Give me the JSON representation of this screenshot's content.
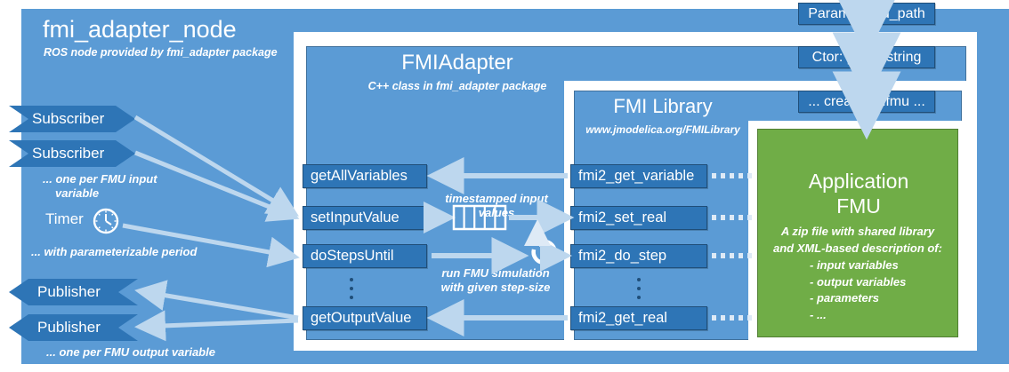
{
  "node": {
    "title": "fmi_adapter_node",
    "subtitle": "ROS node provided by fmi_adapter package"
  },
  "adapter": {
    "title": "FMIAdapter",
    "subtitle": "C++ class in fmi_adapter package"
  },
  "library": {
    "title": "FMI Library",
    "subtitle": "www.jmodelica.org/FMILibrary"
  },
  "fmu": {
    "title_line1": "Application",
    "title_line2": "FMU",
    "desc_line1": "A zip file with shared library",
    "desc_line2": "and XML-based description of:",
    "items": [
      "- input variables",
      "- output variables",
      "- parameters",
      "- ..."
    ]
  },
  "left": {
    "subscriber1": "Subscriber",
    "subscriber2": "Subscriber",
    "subscriber_note_line1": "... one per FMU input",
    "subscriber_note_line2": "variable",
    "timer_label": "Timer",
    "timer_note": "... with parameterizable period",
    "publisher1": "Publisher",
    "publisher2": "Publisher",
    "publisher_note": "... one per FMU output variable"
  },
  "adapter_methods": [
    {
      "label": "getAllVariables"
    },
    {
      "label": "setInputValue"
    },
    {
      "label": "doStepsUntil"
    },
    {
      "label": "getOutputValue"
    }
  ],
  "library_methods": [
    {
      "label": "fmi2_get_variable"
    },
    {
      "label": "fmi2_set_real"
    },
    {
      "label": "fmi2_do_step"
    },
    {
      "label": "fmi2_get_real"
    }
  ],
  "annotations": {
    "buffer_caption": "timestamped input values",
    "loop_caption_line1": "run FMU simulation",
    "loop_caption_line2": "with given step-size"
  },
  "init_chain": [
    {
      "label": "Param: _fmu_path"
    },
    {
      "label": "Ctor: path : string"
    },
    {
      "label": "... create_dllfmu ..."
    }
  ],
  "colors": {
    "node_blue": "#5b9bd5",
    "box_blue": "#2e75b6",
    "box_border": "#1f4e79",
    "fmu_green": "#70ad47",
    "arrow_light": "#bdd7ee",
    "white": "#ffffff"
  }
}
